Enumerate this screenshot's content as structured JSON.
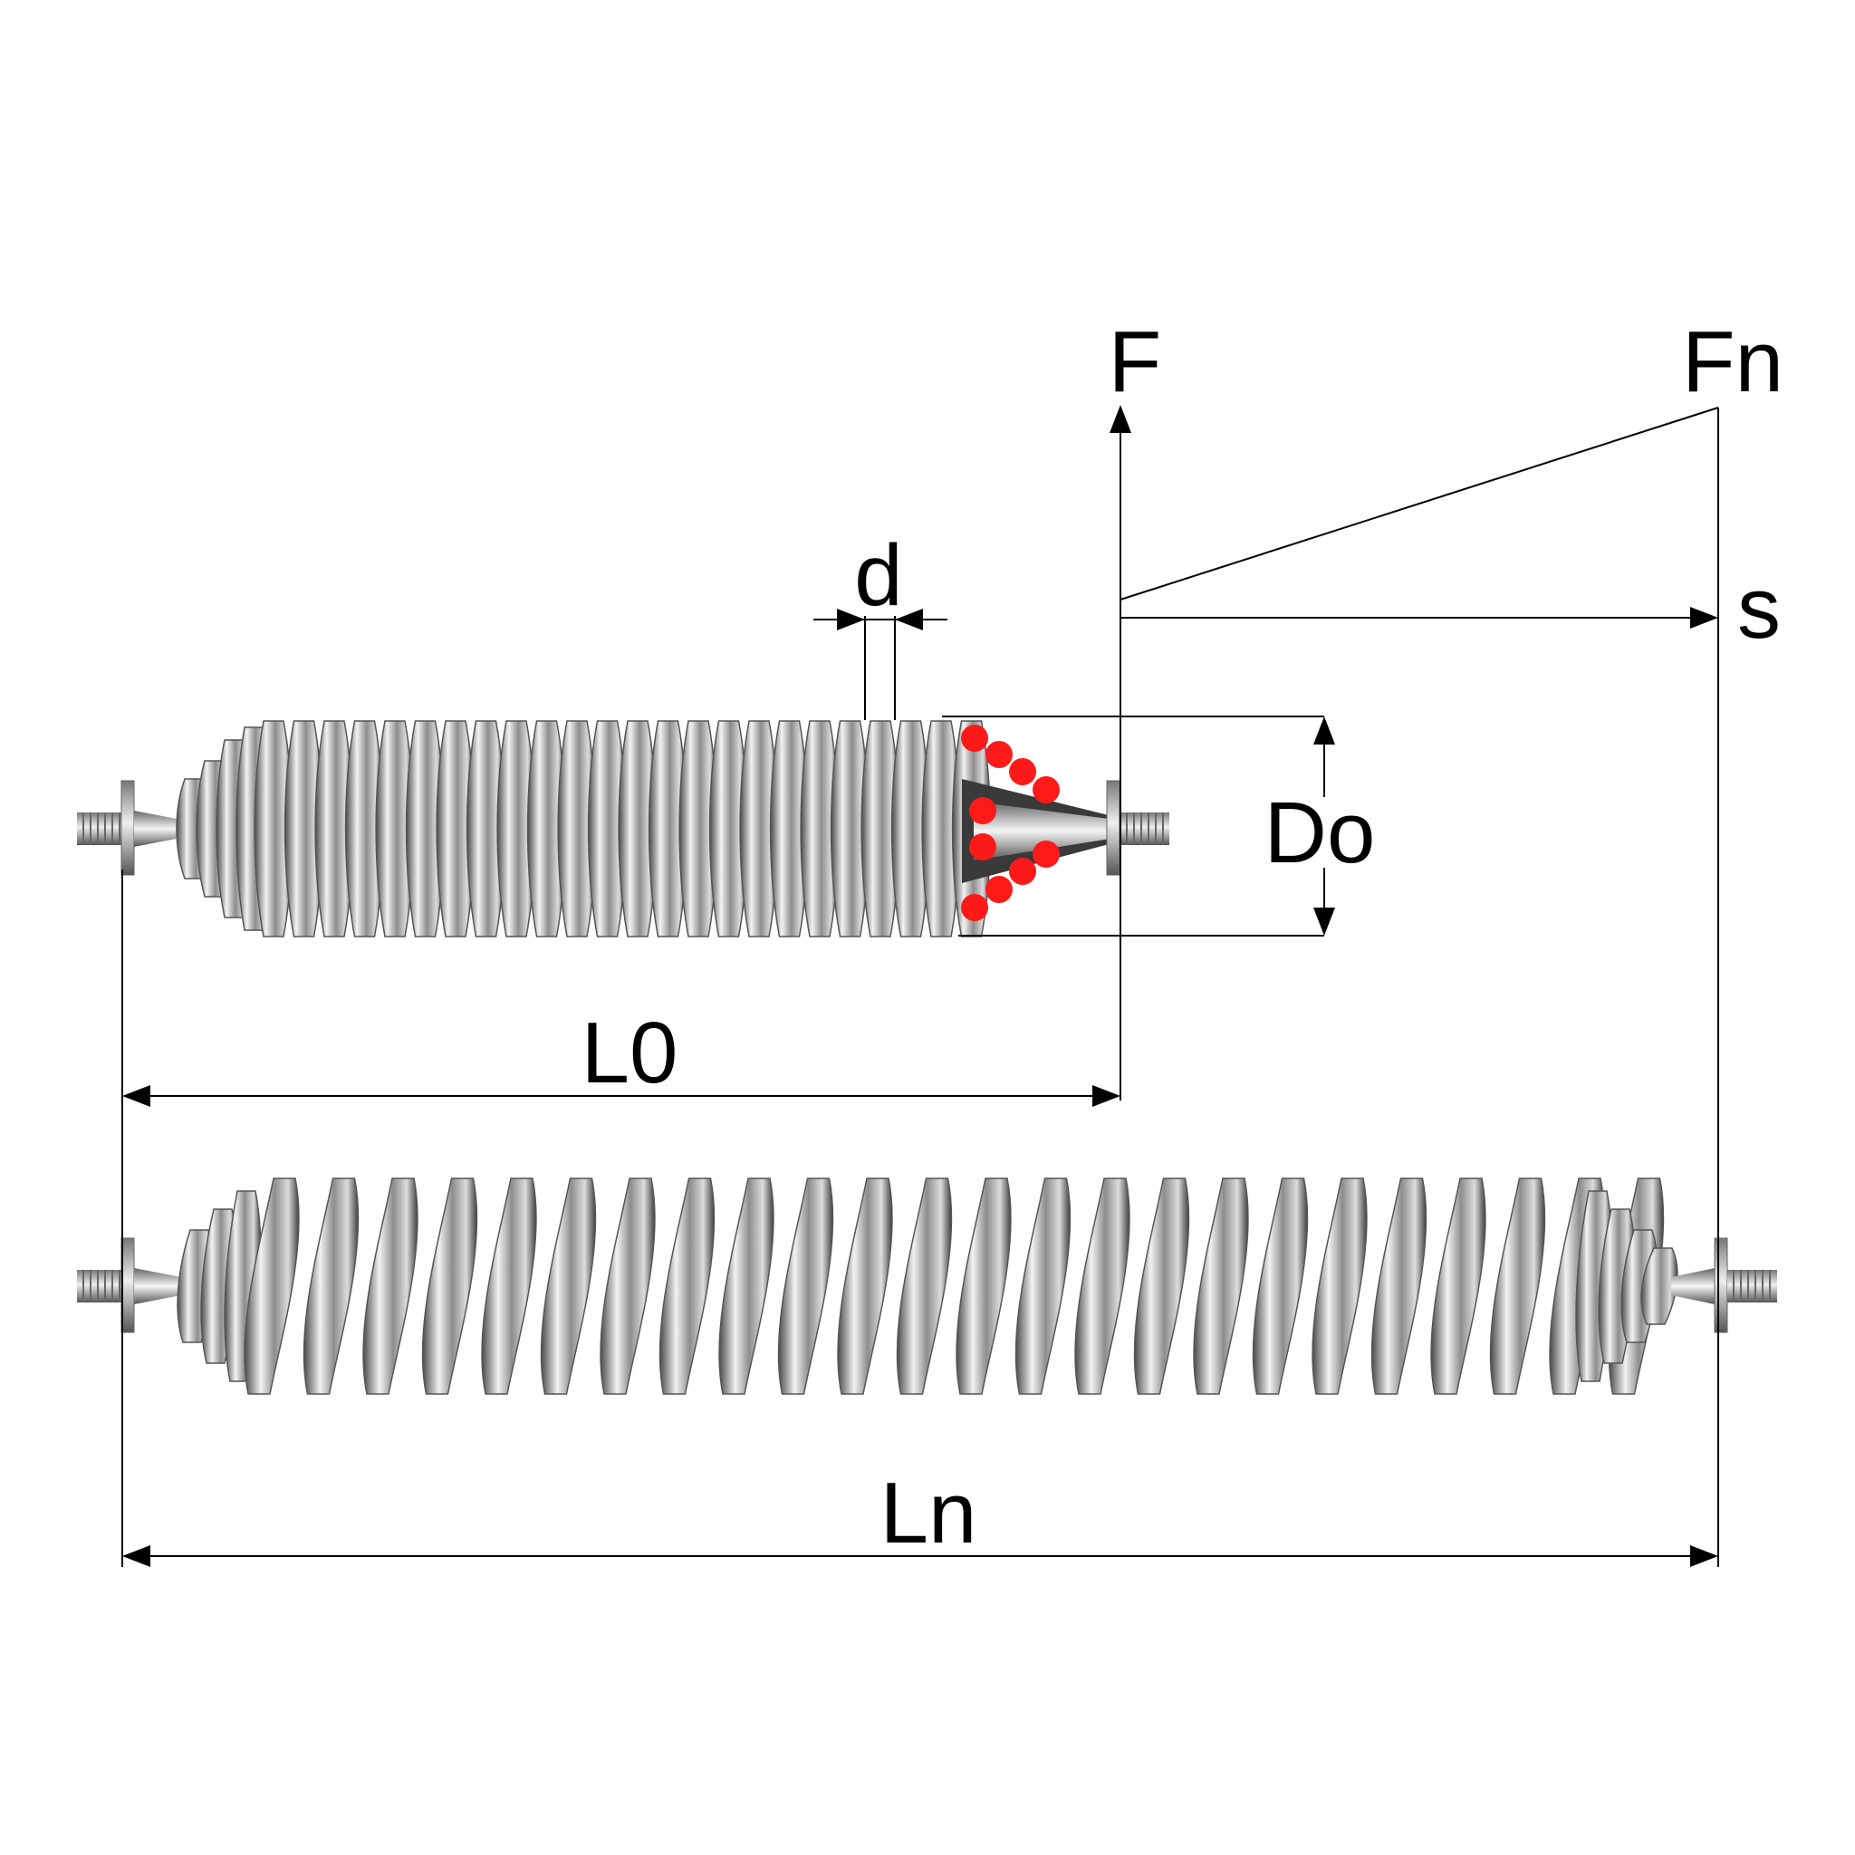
{
  "labels": {
    "force": "F",
    "force_n": "Fn",
    "travel": "s",
    "wire_diameter": "d",
    "outer_diameter": "Do",
    "free_length": "L0",
    "extended_length": "Ln"
  },
  "colors": {
    "background": "#ffffff",
    "line": "#000000",
    "steel_dark": "#4a4a4a",
    "steel_mid": "#9a9a9a",
    "steel_light": "#f2f2f2",
    "section_red": "#ff1a1a"
  },
  "springs": {
    "relaxed_coils": 24,
    "extended_coils": 24
  }
}
